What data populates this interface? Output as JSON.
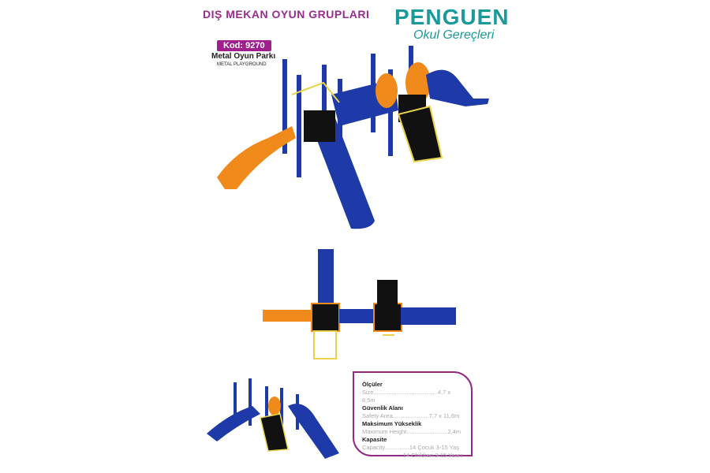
{
  "header": {
    "title": "DIŞ MEKAN OYUN GRUPLARI",
    "logo_name": "PENGUEN",
    "logo_sub": "Okul Gereçleri"
  },
  "product": {
    "code": "Kod: 9270",
    "name": "Metal Oyun Parkı",
    "name_en": "METAL PLAYGROUND"
  },
  "colors": {
    "purple": "#9b2c8c",
    "blue": "#1e3aa8",
    "orange": "#f08a1a",
    "yellow": "#e8d34a",
    "teal": "#1a9a9a"
  },
  "specs": [
    {
      "heading": "Ölçüler",
      "line": "Size.......................................4,7 x 8,6m"
    },
    {
      "heading": "Güvenlik Alanı",
      "line": "Safety Area......................7,7 x 11,6m"
    },
    {
      "heading": "Maksimum Yükseklik",
      "line": "Maximum Height.........................2,4m"
    },
    {
      "heading": "Kapasite",
      "line": "Capacity...............14 Çocuk 3-15 Yaş",
      "line2": "14 Children 3-15 Years"
    }
  ]
}
